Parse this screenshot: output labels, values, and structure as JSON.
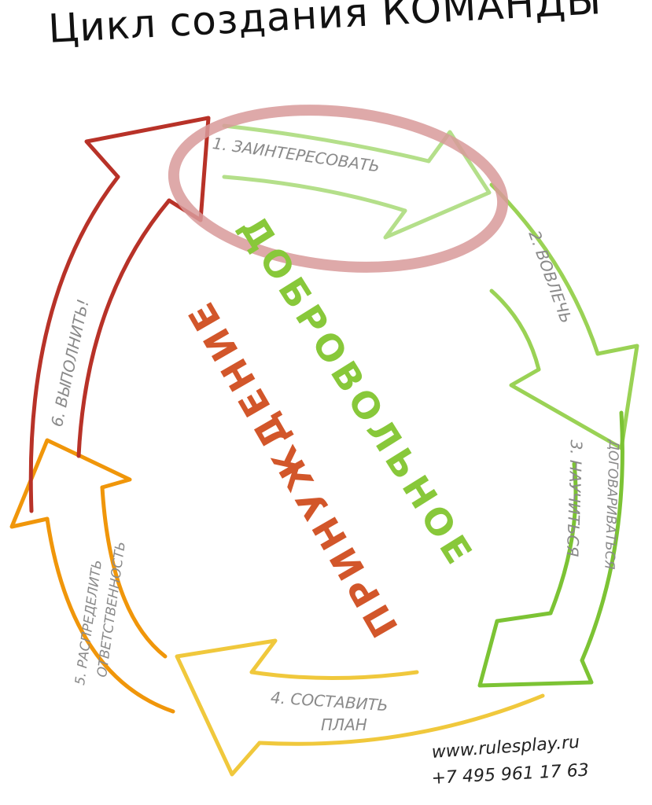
{
  "title": "Цикл создания КОМАНДЫ",
  "steps": [
    {
      "label": "1. ЗАИНТЕРЕСОВАТЬ",
      "color": "#a8d878"
    },
    {
      "label": "2. ВОВЛЕЧЬ",
      "color": "#98d050"
    },
    {
      "label": "3. НАУЧИТЬСЯ",
      "label2": "ДОГОВАРИВАТЬСЯ",
      "color": "#7cc334"
    },
    {
      "label": "4. СОСТАВИТЬ",
      "label2": "ПЛАН",
      "color": "#f0c83c"
    },
    {
      "label": "5. РАСПРЕДЕЛИТЬ",
      "label2": "ОТВЕТСТВЕННОСТЬ",
      "color": "#f0960a"
    },
    {
      "label": "6. ВЫПОЛНИТЬ!",
      "color": "#b83228"
    }
  ],
  "voluntary": {
    "label": "ДОБРОВОЛЬНОЕ",
    "color": "#88c83a"
  },
  "coercion": {
    "label": "ПРИНУЖДЕНИЕ",
    "color": "#d2562a"
  },
  "highlight_color": "#d89a9a",
  "contact": {
    "website": "www.rulesplay.ru",
    "phone": "+7 495 961 17 63"
  }
}
